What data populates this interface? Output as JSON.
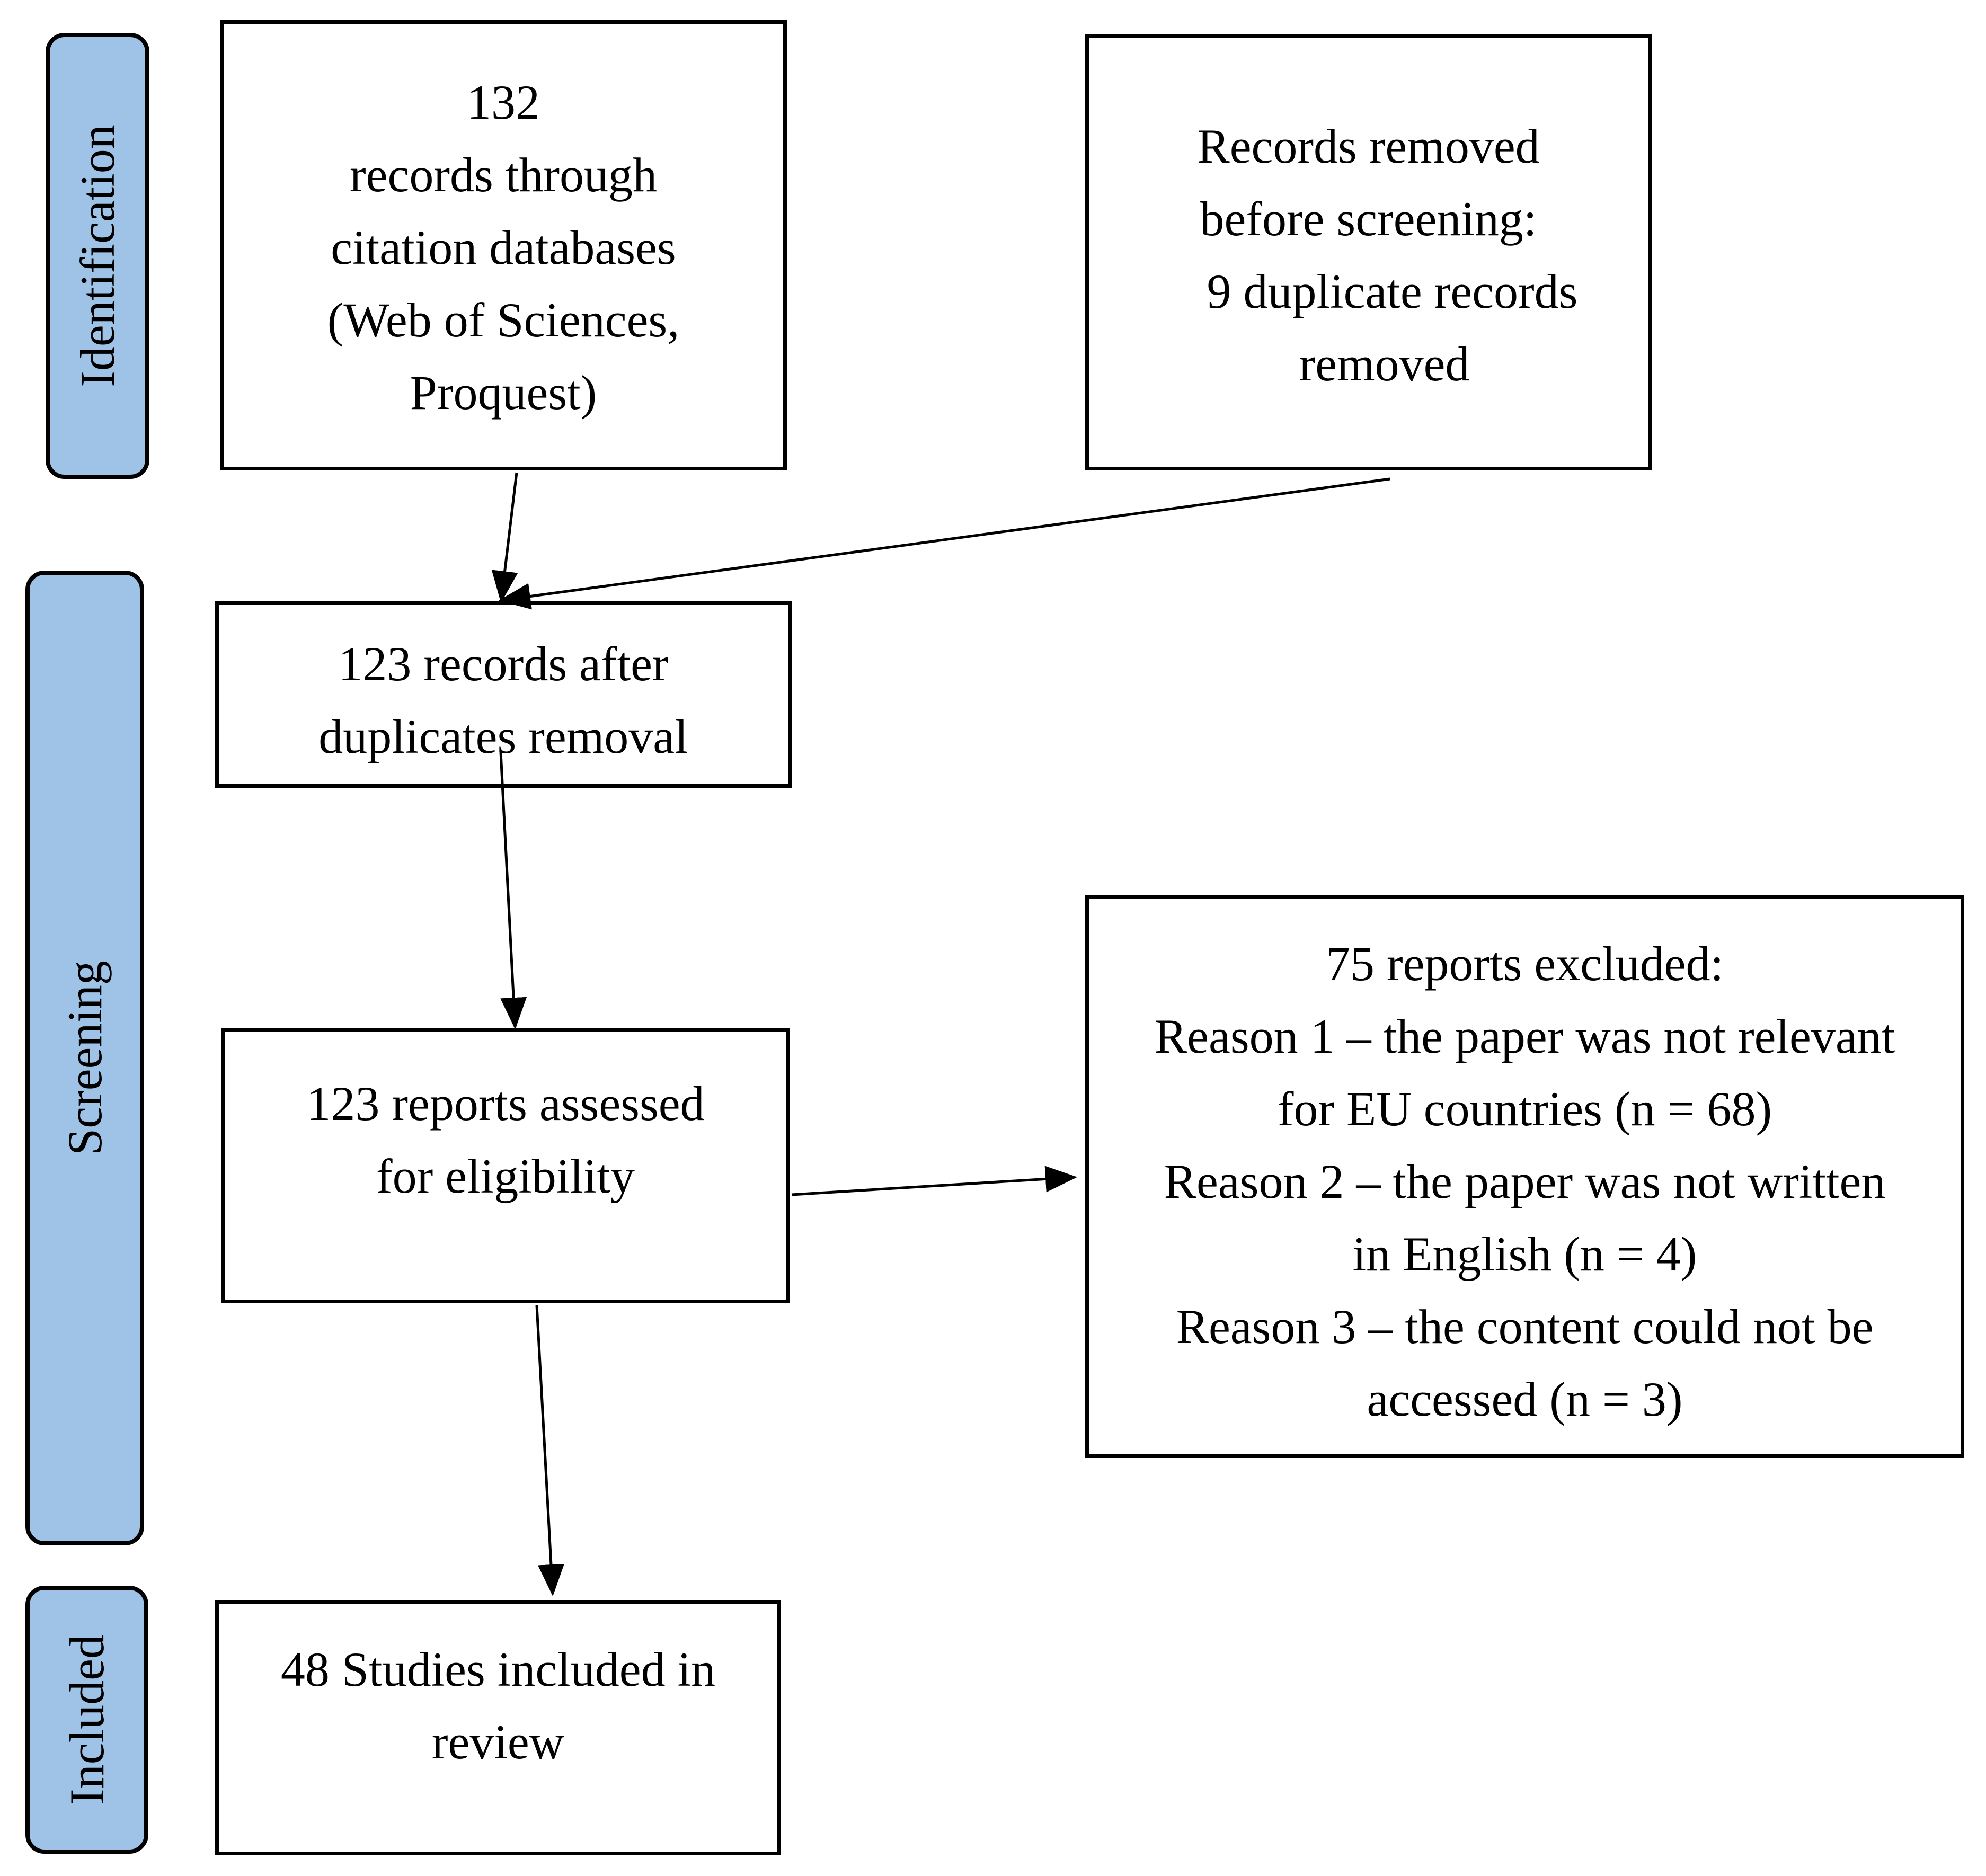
{
  "stages": {
    "identification": "Identification",
    "screening": "Screening",
    "included": "Included"
  },
  "boxes": {
    "records_identified": {
      "lines": [
        "132",
        "records through",
        "citation databases",
        "(Web of Sciences,",
        "Proquest)"
      ]
    },
    "records_removed": {
      "lines": [
        "Records removed",
        "before screening:",
        "9 duplicate records",
        "removed"
      ]
    },
    "after_duplicates": {
      "lines": [
        "123 records after",
        "duplicates removal"
      ]
    },
    "assessed": {
      "lines": [
        "123 reports assessed",
        "for eligibility"
      ]
    },
    "excluded": {
      "lines": [
        "75 reports excluded:",
        "Reason 1 – the paper was not relevant",
        "for EU countries (n = 68)",
        "Reason 2 – the paper was not written",
        "in English (n = 4)",
        "Reason 3 – the content could not be",
        "accessed (n = 3)"
      ]
    },
    "included": {
      "lines": [
        "48 Studies included in",
        "review"
      ]
    }
  },
  "colors": {
    "stage_fill": "#9fc3e7",
    "stroke": "#000000"
  }
}
